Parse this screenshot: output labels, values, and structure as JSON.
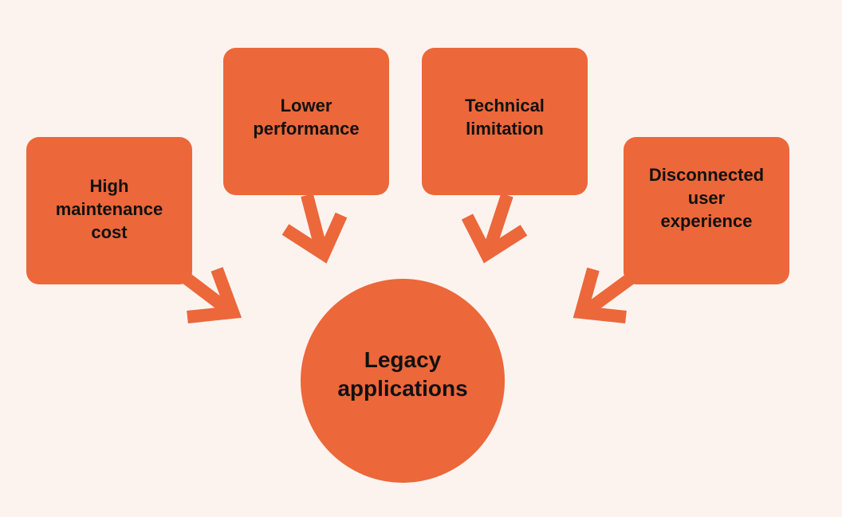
{
  "colors": {
    "background": "#fcf3ef",
    "shape_fill": "#ec673a",
    "text": "#111111"
  },
  "center": {
    "label": "Legacy\napplications"
  },
  "boxes": [
    {
      "id": "high-maintenance",
      "label": "High\nmaintenance\ncost"
    },
    {
      "id": "lower-performance",
      "label": "Lower\nperformance"
    },
    {
      "id": "technical-limitation",
      "label": "Technical\nlimitation"
    },
    {
      "id": "disconnected",
      "label": "Disconnected\nuser\nexperience"
    }
  ]
}
